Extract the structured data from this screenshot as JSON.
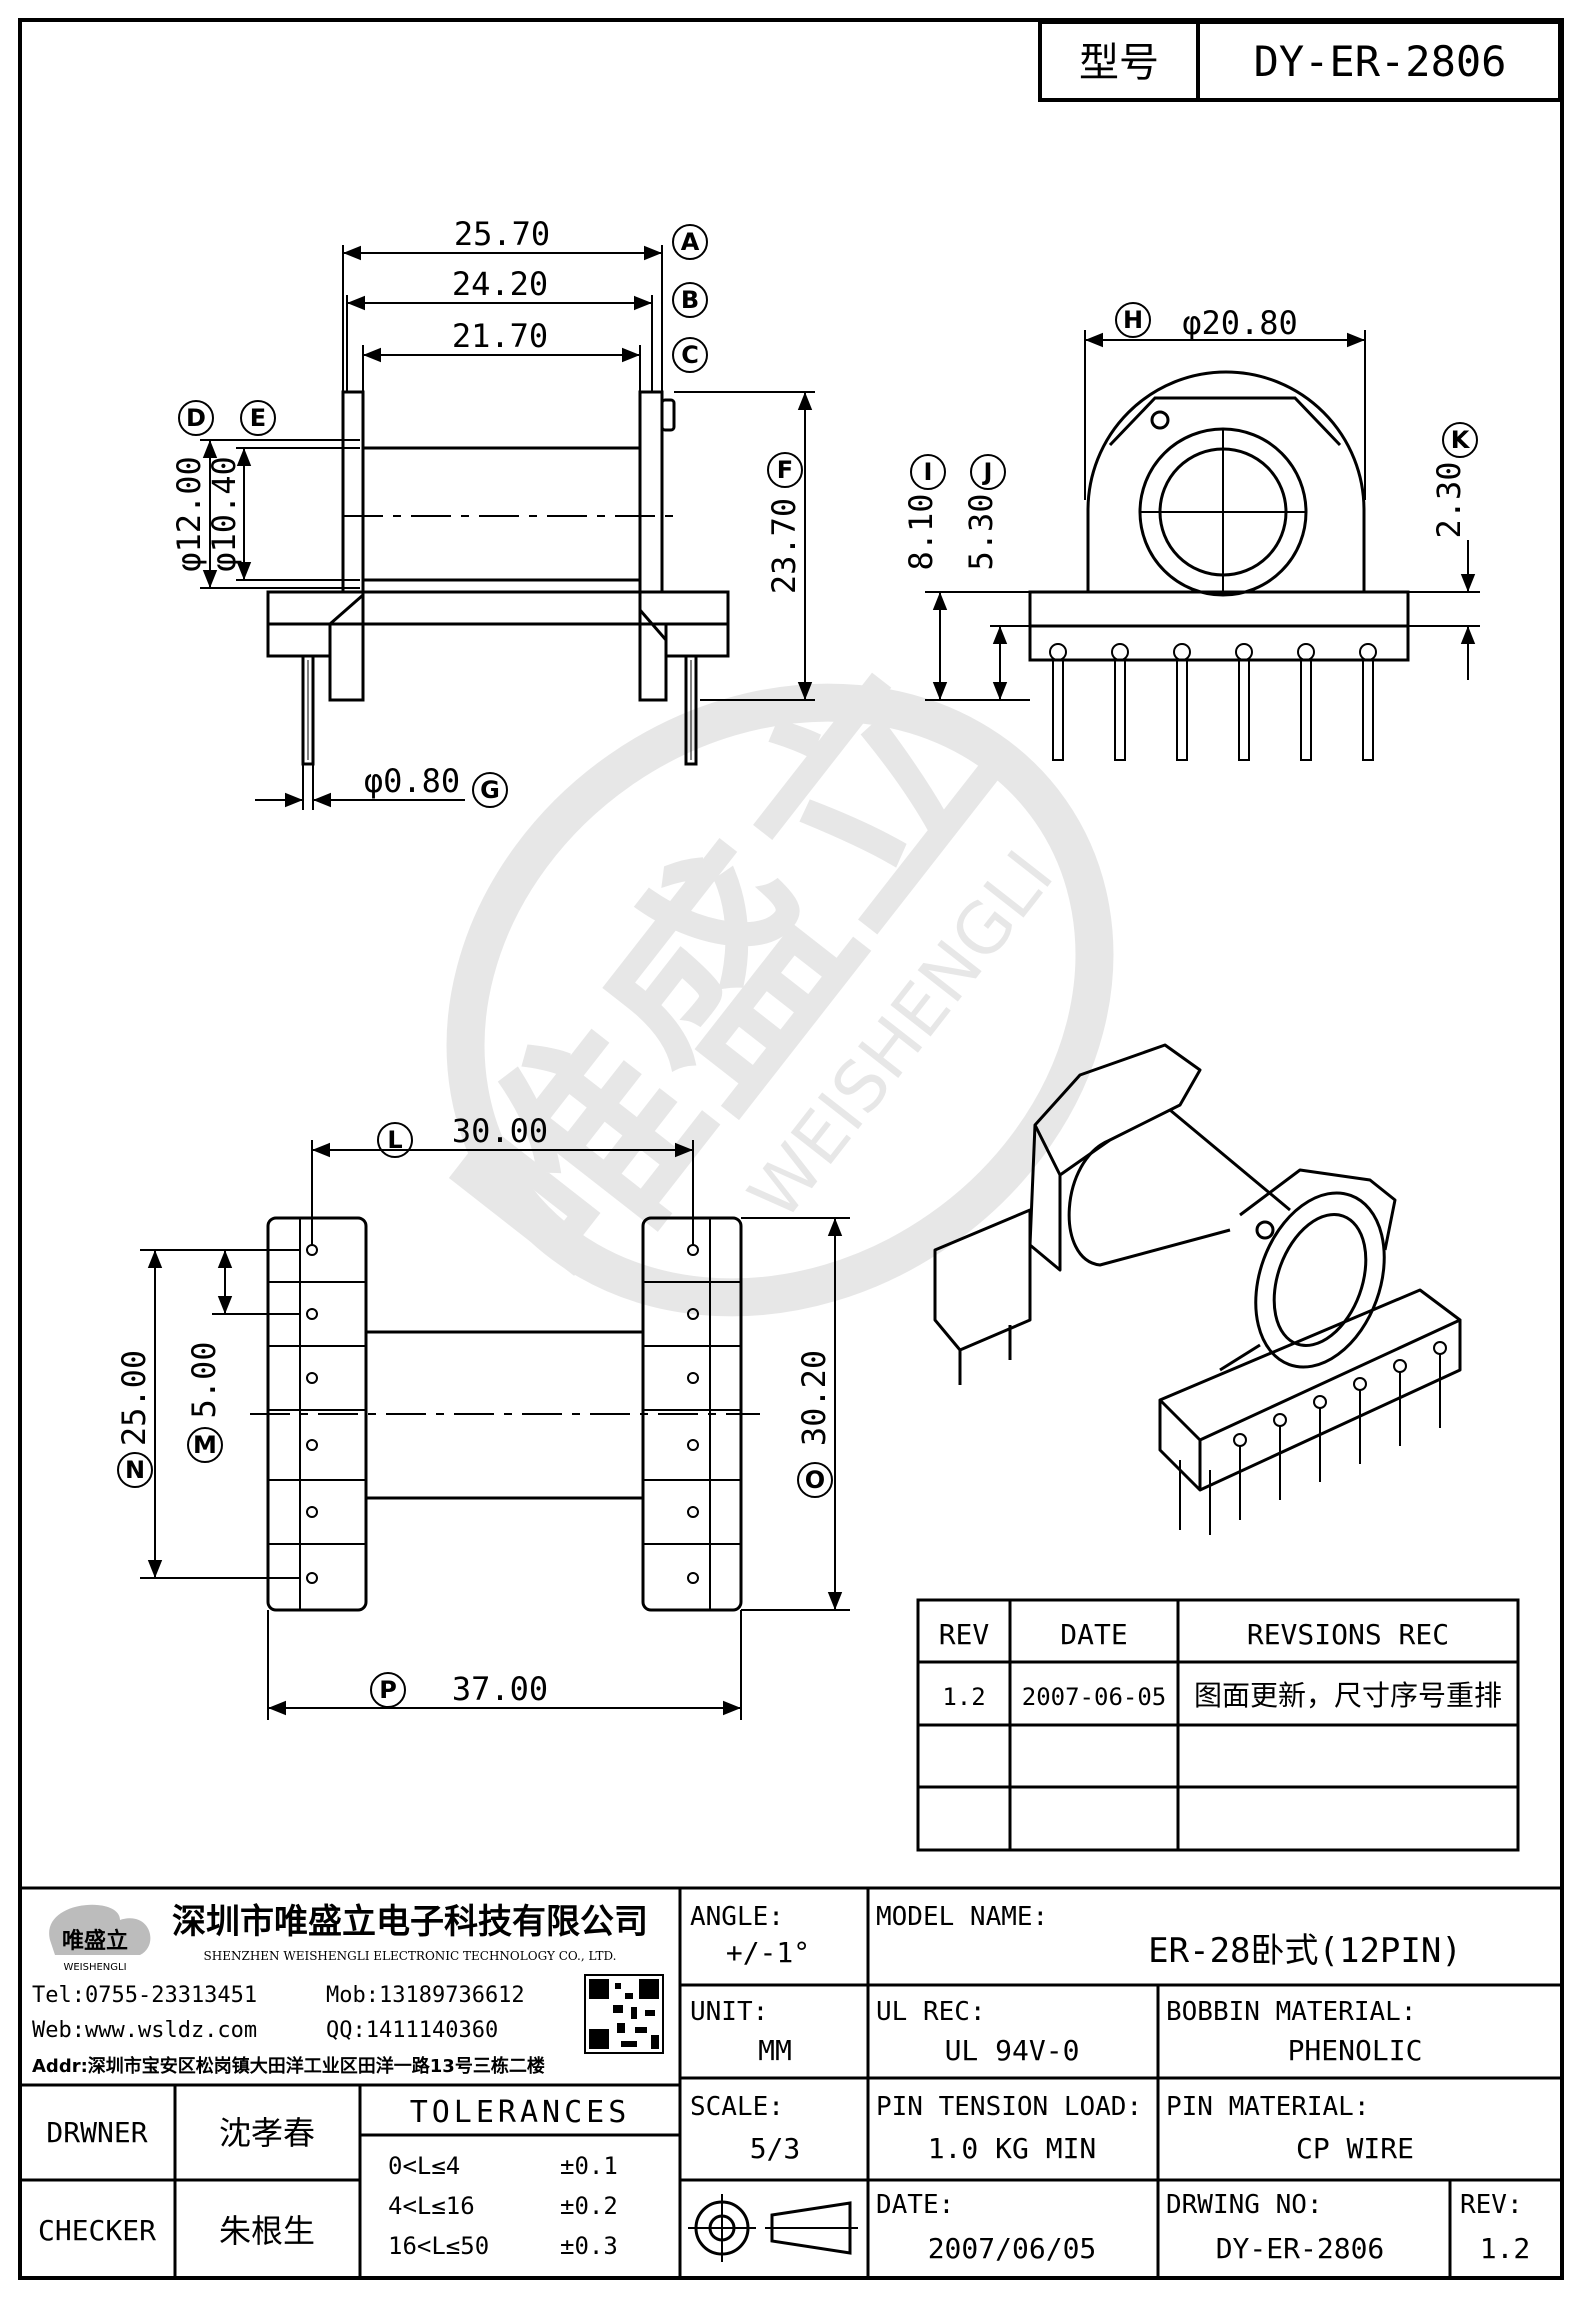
{
  "header": {
    "type_label": "型号",
    "model_no": "DY-ER-2806"
  },
  "views": {
    "front": {
      "dim_a": "25.70",
      "dim_b": "24.20",
      "dim_c": "21.70",
      "dim_d": "φ12.00",
      "dim_e": "φ10.40",
      "dim_f": "23.70",
      "dim_g": "φ0.80",
      "labels": {
        "a": "A",
        "b": "B",
        "c": "C",
        "d": "D",
        "e": "E",
        "f": "F",
        "g": "G"
      }
    },
    "side": {
      "dim_h": "φ20.80",
      "dim_i": "8.10",
      "dim_j": "5.30",
      "dim_k": "2.30",
      "labels": {
        "h": "H",
        "i": "I",
        "j": "J",
        "k": "K"
      }
    },
    "bottom": {
      "dim_l": "30.00",
      "dim_m": "5.00",
      "dim_n": "25.00",
      "dim_o": "30.20",
      "dim_p": "37.00",
      "labels": {
        "l": "L",
        "m": "M",
        "n": "N",
        "o": "O",
        "p": "P"
      }
    }
  },
  "watermark": {
    "cn": "唯盛立",
    "en": "WEISHENGLI"
  },
  "revisions": {
    "headers": [
      "REV",
      "DATE",
      "REVSIONS REC"
    ],
    "rows": [
      {
        "rev": "1.2",
        "date": "2007-06-05",
        "rec": "图面更新，尺寸序号重排"
      },
      {
        "rev": "",
        "date": "",
        "rec": ""
      },
      {
        "rev": "",
        "date": "",
        "rec": ""
      }
    ]
  },
  "company": {
    "logo_cn": "唯盛立",
    "logo_en": "WEISHENGLI",
    "name_cn": "深圳市唯盛立电子科技有限公司",
    "name_en": "SHENZHEN WEISHENGLI ELECTRONIC TECHNOLOGY CO., LTD.",
    "tel": "Tel:0755-23313451",
    "mob": "Mob:13189736612",
    "web": "Web:www.wsldz.com",
    "qq": "QQ:1411140360",
    "addr": "Addr:深圳市宝安区松岗镇大田洋工业区田洋一路13号三栋二楼"
  },
  "title_block": {
    "angle_label": "ANGLE:",
    "angle_value": "+/-1°",
    "model_name_label": "MODEL NAME:",
    "model_name_value": "ER-28卧式(12PIN)",
    "unit_label": "UNIT:",
    "unit_value": "MM",
    "ul_rec_label": "UL REC:",
    "ul_rec_value": "UL 94V-0",
    "bobbin_material_label": "BOBBIN MATERIAL:",
    "bobbin_material_value": "PHENOLIC",
    "scale_label": "SCALE:",
    "scale_value": "5/3",
    "pin_tension_label": "PIN TENSION LOAD:",
    "pin_tension_value": "1.0 KG MIN",
    "pin_material_label": "PIN MATERIAL:",
    "pin_material_value": "CP WIRE",
    "date_label": "DATE:",
    "date_value": "2007/06/05",
    "drawing_no_label": "DRWING NO:",
    "drawing_no_value": "DY-ER-2806",
    "rev_label": "REV:",
    "rev_value": "1.2",
    "drawer_label": "DRWNER",
    "drawer_name": "沈孝春",
    "checker_label": "CHECKER",
    "checker_name": "朱根生",
    "tolerances_title": "TOLERANCES",
    "tolerances": [
      {
        "range": "0<L≤4",
        "value": "±0.1"
      },
      {
        "range": "4<L≤16",
        "value": "±0.2"
      },
      {
        "range": "16<L≤50",
        "value": "±0.3"
      }
    ]
  }
}
